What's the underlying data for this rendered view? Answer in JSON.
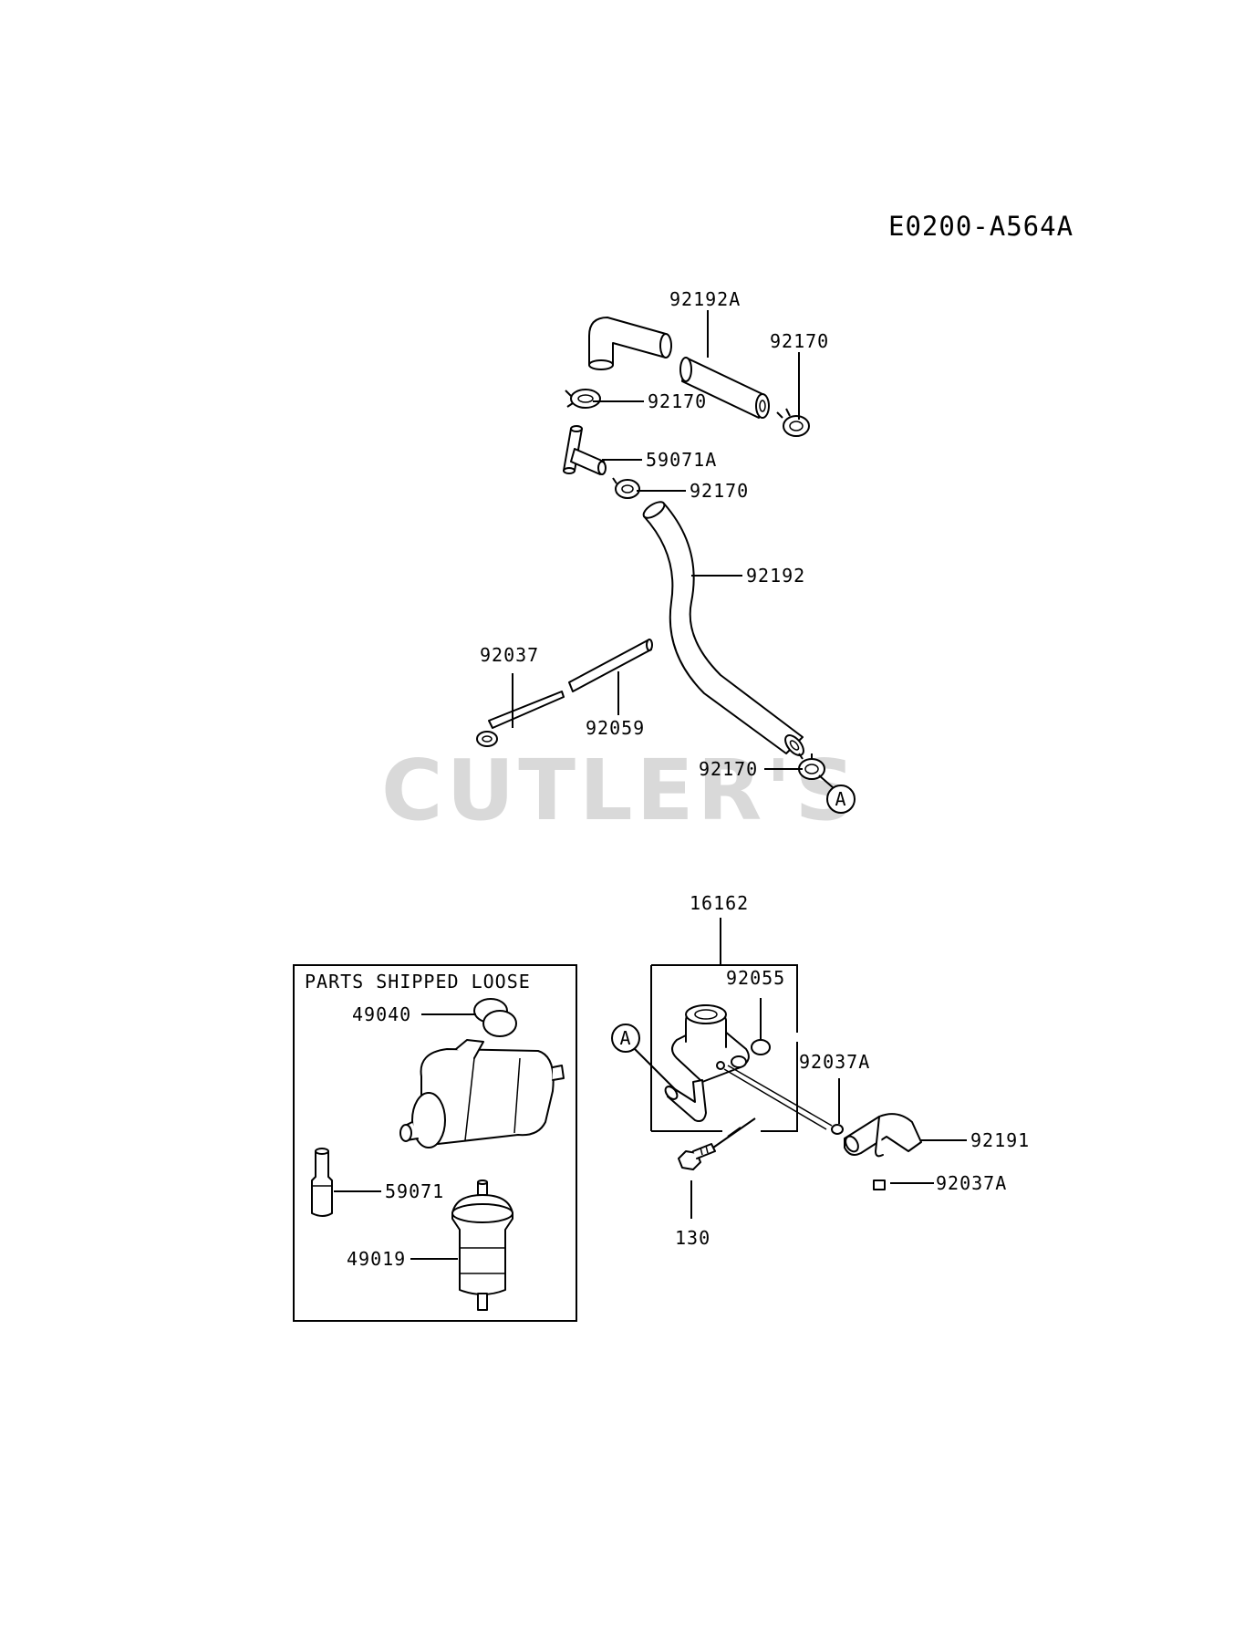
{
  "diagram": {
    "code": "E0200-A564A",
    "watermark": "CUTLER'S",
    "loose_box_title": "PARTS SHIPPED LOOSE",
    "ref_marker": "A",
    "labels": {
      "p92192A": "92192A",
      "p92170_a": "92170",
      "p92170_b": "92170",
      "p59071A": "59071A",
      "p92170_c": "92170",
      "p92192": "92192",
      "p92037": "92037",
      "p92059": "92059",
      "p92170_d": "92170",
      "p16162": "16162",
      "p92055": "92055",
      "p92037A_a": "92037A",
      "p92191": "92191",
      "p92037A_b": "92037A",
      "p130": "130",
      "p49040": "49040",
      "p59071": "59071",
      "p49019": "49019"
    }
  }
}
